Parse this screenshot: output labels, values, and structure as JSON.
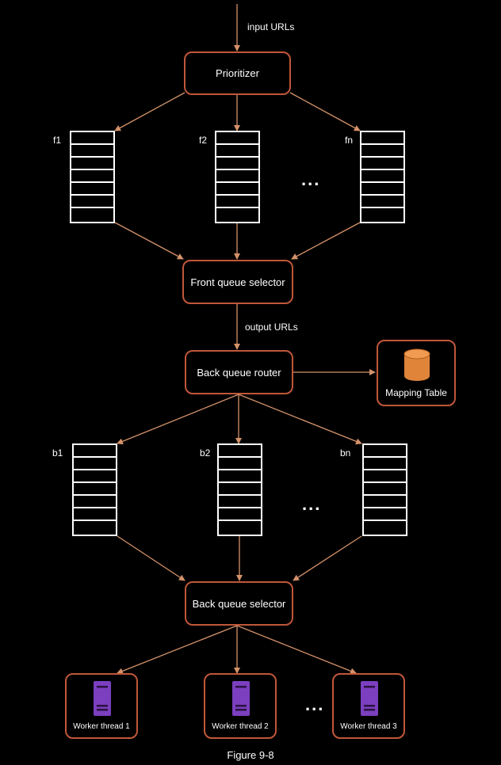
{
  "colors": {
    "accent": "#c0573a",
    "arrow": "#d4926a",
    "db": "#e0843a",
    "server": "#7b3fbf"
  },
  "labels": {
    "input_urls": "input URLs",
    "output_urls": "output URLs",
    "caption": "Figure 9-8"
  },
  "nodes": {
    "prioritizer": "Prioritizer",
    "front_queue_selector": "Front queue selector",
    "back_queue_router": "Back queue router",
    "mapping_table": "Mapping Table",
    "back_queue_selector": "Back queue selector"
  },
  "front_queues": [
    "f1",
    "f2",
    "fn"
  ],
  "back_queues": [
    "b1",
    "b2",
    "bn"
  ],
  "workers": [
    "Worker thread 1",
    "Worker thread 2",
    "Worker thread 3"
  ],
  "ellipsis": "..."
}
